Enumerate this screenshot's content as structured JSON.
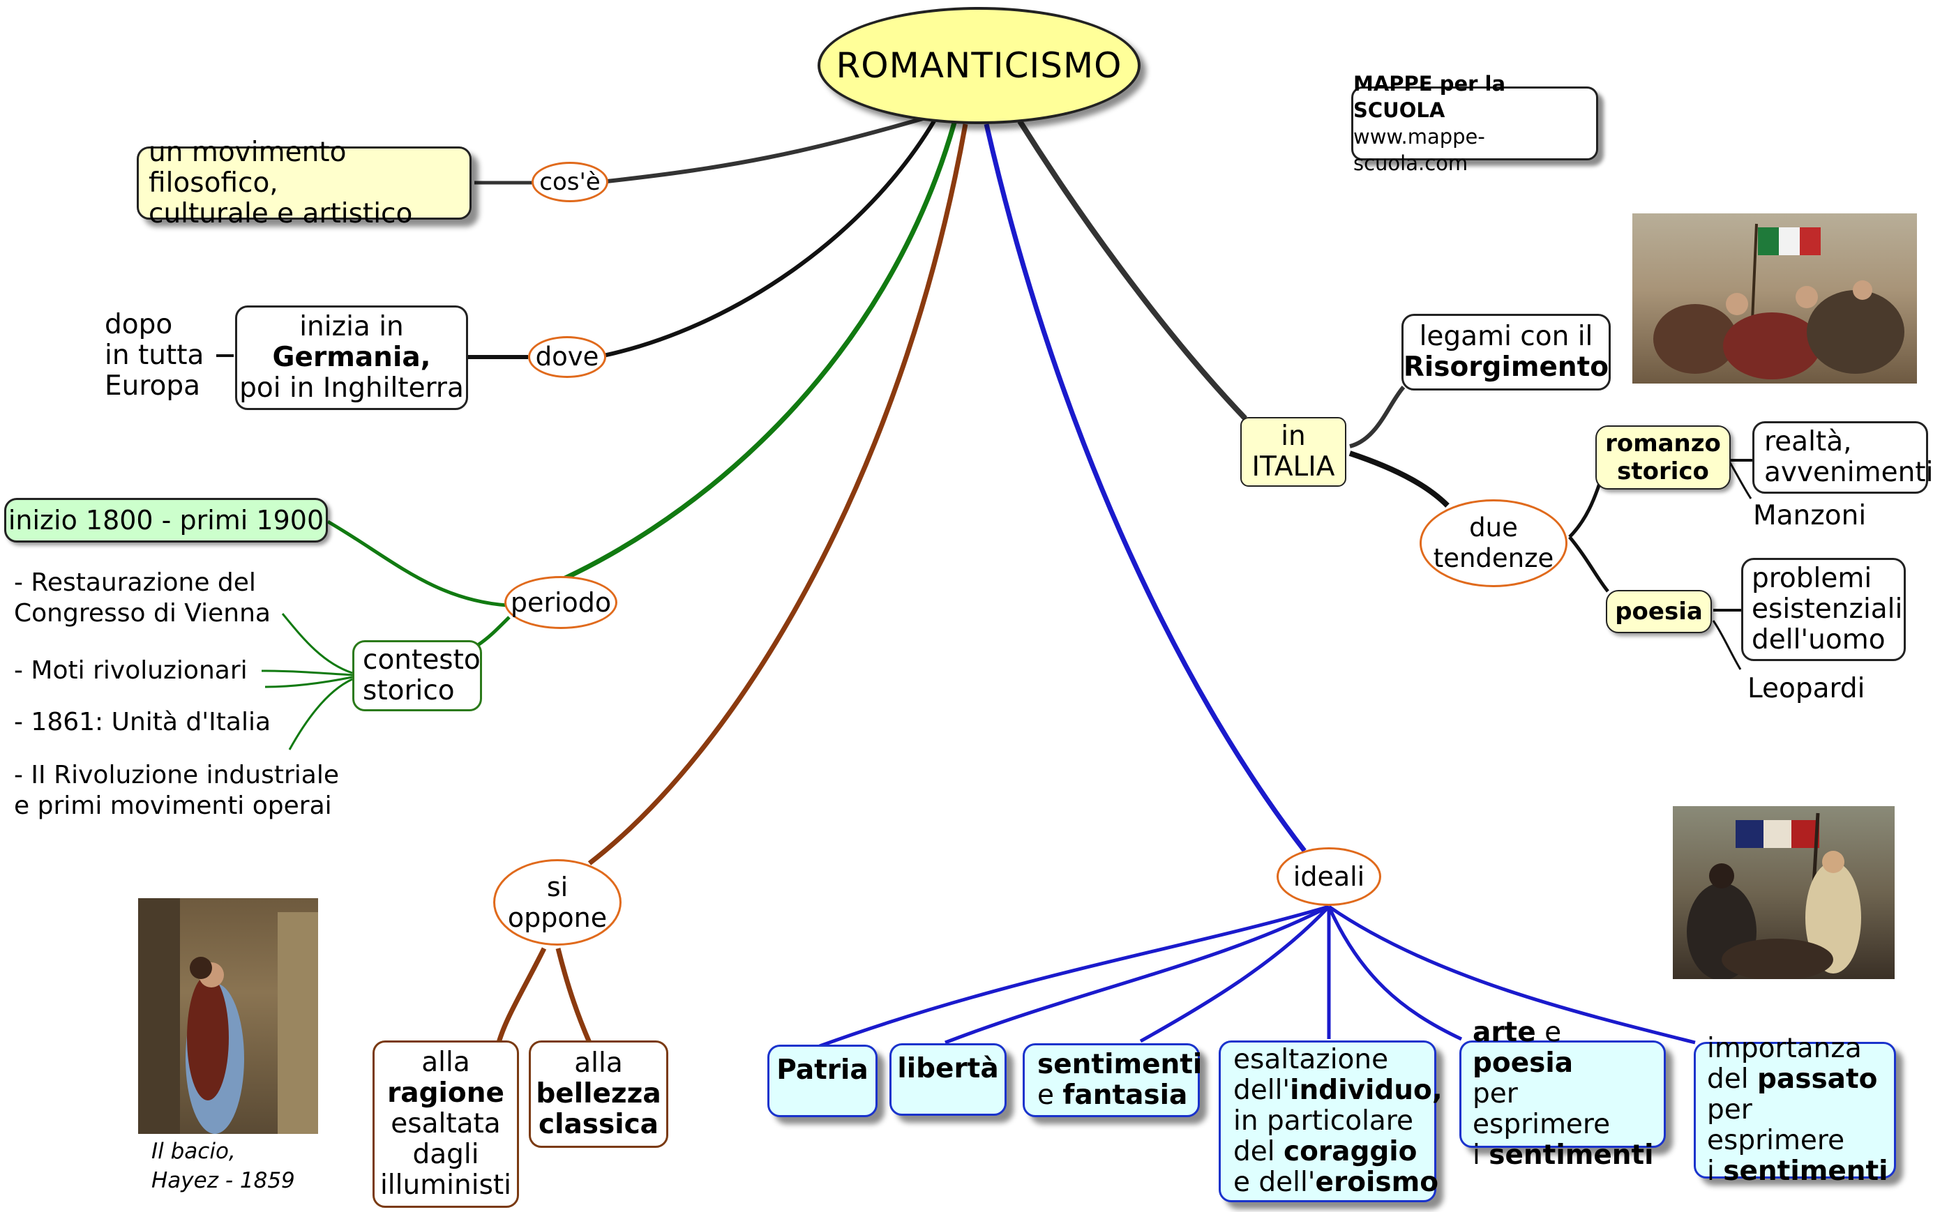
{
  "title": "ROMANTICISMO",
  "brand": {
    "line1": "MAPPE per la SCUOLA",
    "line2": "www.mappe-scuola.com"
  },
  "cose": {
    "link": "cos'è",
    "text1": "un movimento filosofico,",
    "text2": "culturale e artistico"
  },
  "dove": {
    "link": "dove",
    "box1": "inizia in",
    "box2": "Germania,",
    "box3": "poi in Inghilterra",
    "side1": "dopo",
    "side2": "in tutta",
    "side3": "Europa"
  },
  "periodo": {
    "link": "periodo",
    "range": "inizio 1800 - primi 1900",
    "contesto1": "contesto",
    "contesto2": "storico",
    "items": [
      "- Restaurazione del",
      "Congresso di Vienna",
      "- Moti rivoluzionari",
      "- 1861: Unità d'Italia",
      "- II Rivoluzione industriale",
      "e primi movimenti operai"
    ]
  },
  "si_oppone": {
    "link1": "si",
    "link2": "oppone",
    "ragione": [
      "alla",
      "ragione",
      "esaltata",
      "dagli",
      "illuministi"
    ],
    "bellezza": [
      "alla",
      "bellezza",
      "classica"
    ]
  },
  "ideali": {
    "link": "ideali",
    "patria": "Patria",
    "liberta": "libertà",
    "sent1": "sentimenti",
    "sent2": "e",
    "sent3": "fantasia",
    "esalt": [
      "esaltazione",
      "dell'",
      "individuo,",
      "in particolare",
      "del",
      "coraggio",
      "e dell'",
      "eroismo"
    ],
    "arte": [
      "arte",
      "e",
      "poesia",
      "per esprimere",
      "i",
      "sentimenti"
    ],
    "passato": [
      "importanza",
      "del",
      "passato",
      "per esprimere",
      "i",
      "sentimenti"
    ]
  },
  "italia": {
    "node1": "in",
    "node2": "ITALIA",
    "legami1": "legami con il",
    "legami2": "Risorgimento",
    "tendenze1": "due",
    "tendenze2": "tendenze",
    "romanzo1": "romanzo",
    "romanzo2": "storico",
    "realta1": "realtà,",
    "realta2": "avvenimenti",
    "manzoni": "Manzoni",
    "poesia": "poesia",
    "problemi": [
      "problemi",
      "esistenziali",
      "dell'uomo"
    ],
    "leopardi": "Leopardi"
  },
  "caption": {
    "line1": "Il bacio,",
    "line2": "Hayez - 1859"
  },
  "colors": {
    "green": "#117a11",
    "brown": "#8b3a0f",
    "blue": "#1a1acc",
    "dark": "#333333",
    "orange": "#e06a1c"
  }
}
